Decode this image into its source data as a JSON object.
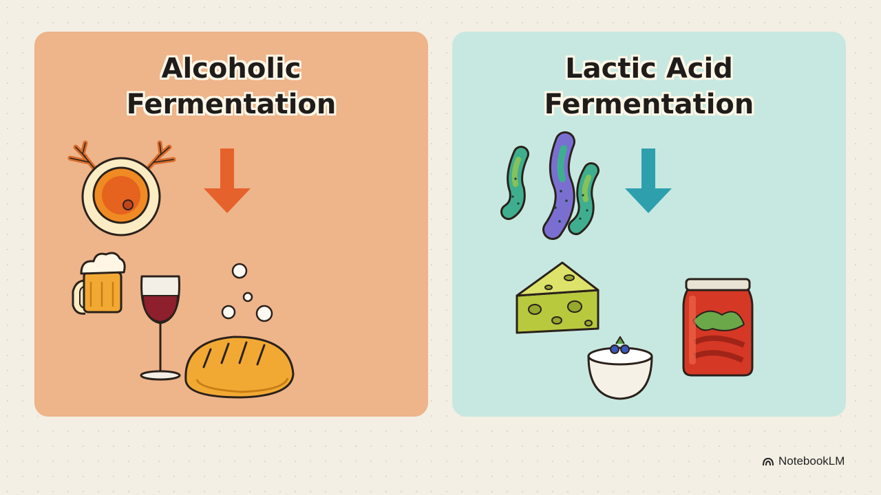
{
  "panels": [
    {
      "title_line1": "Alcoholic",
      "title_line2": "Fermentation",
      "background": "#eeb48a",
      "arrow_color": "#e5622c",
      "icons": [
        "yeast-cell-icon",
        "down-arrow-icon",
        "beer-mug-icon",
        "wine-glass-icon",
        "bubbles-icon",
        "bread-loaf-icon"
      ]
    },
    {
      "title_line1": "Lactic Acid",
      "title_line2": "Fermentation",
      "background": "#c7e8e0",
      "arrow_color": "#2e9fad",
      "icons": [
        "bacteria-icon",
        "down-arrow-icon",
        "cheese-icon",
        "yogurt-bowl-icon",
        "kimchi-jar-icon"
      ]
    }
  ],
  "branding": {
    "name": "NotebookLM",
    "icon": "notebooklm-logo-icon"
  }
}
